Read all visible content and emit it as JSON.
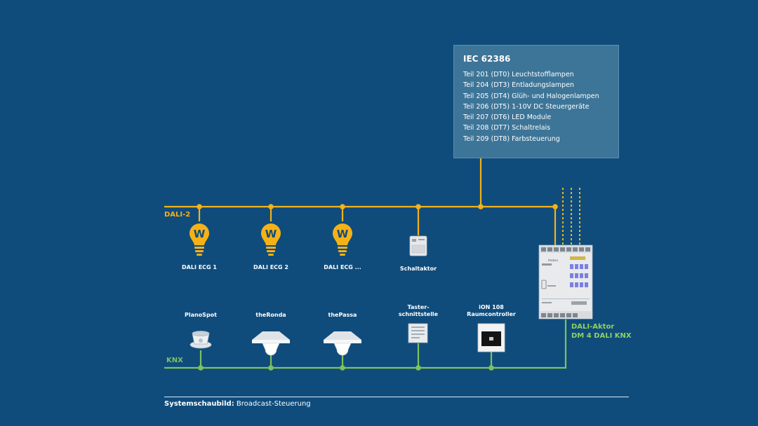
{
  "colors": {
    "background": "#0f4c7c",
    "dali": "#f5b217",
    "knx": "#7dc35c",
    "box": "#3d7598"
  },
  "iec_box": {
    "title": "IEC 62386",
    "items": [
      "Teil 201 (DT0) Leuchtstofflampen",
      "Teil 204 (DT3) Entladungslampen",
      "Teil 205 (DT4) Glüh- und Halogenlampen",
      "Teil 206 (DT5) 1-10V DC Steuergeräte",
      "Teil 207 (DT6) LED Module",
      "Teil 208 (DT7) Schaltrelais",
      "Teil 209 (DT8) Farbsteuerung"
    ]
  },
  "buses": {
    "dali_label": "DALI-2",
    "knx_label": "KNX"
  },
  "dali_devices": [
    {
      "label": "DALI ECG 1",
      "icon": "lightbulb-icon",
      "bulb_letter": "W"
    },
    {
      "label": "DALI ECG 2",
      "icon": "lightbulb-icon",
      "bulb_letter": "W"
    },
    {
      "label": "DALI ECG ...",
      "icon": "lightbulb-icon",
      "bulb_letter": "W"
    },
    {
      "label": "Schaltaktor",
      "icon": "switch-actuator-icon"
    }
  ],
  "knx_devices": [
    {
      "label_1": "PlanoSpot",
      "label_2": "",
      "icon": "ceiling-spot-sensor-icon"
    },
    {
      "label_1": "theRonda",
      "label_2": "",
      "icon": "ceiling-motion-detector-icon"
    },
    {
      "label_1": "thePassa",
      "label_2": "",
      "icon": "ceiling-motion-detector-icon"
    },
    {
      "label_1": "Taster-",
      "label_2": "schnittstelle",
      "icon": "push-button-interface-icon"
    },
    {
      "label_1": "iON 108",
      "label_2": "Raumcontroller",
      "icon": "room-controller-icon"
    }
  ],
  "actuator": {
    "line1": "DALI-Aktor",
    "line2": "DM 4 DALI KNX",
    "icon": "din-rail-actuator-icon",
    "brand_mark": "theben"
  },
  "footer": {
    "bold": "Systemschaubild:",
    "text": " Broadcast-Steuerung"
  }
}
